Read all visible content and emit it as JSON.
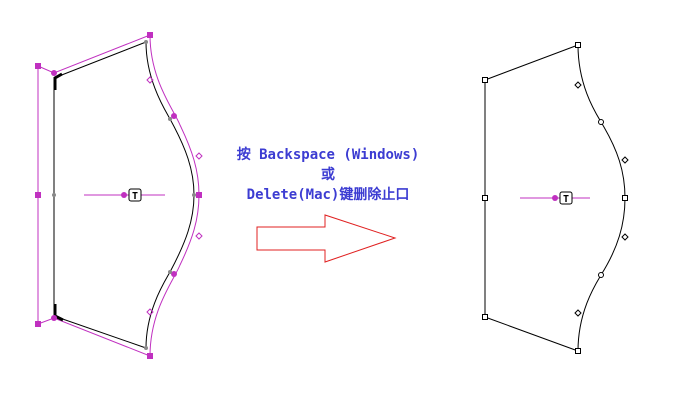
{
  "instruction": {
    "line1": "按 Backspace (Windows)",
    "line2": "或",
    "line3": "Delete(Mac)键删除止口"
  },
  "seam_label": "T",
  "colors": {
    "text": "#3c3cd2",
    "selection": "#c030c0",
    "arrow": "#e02020",
    "outline": "#000000"
  }
}
